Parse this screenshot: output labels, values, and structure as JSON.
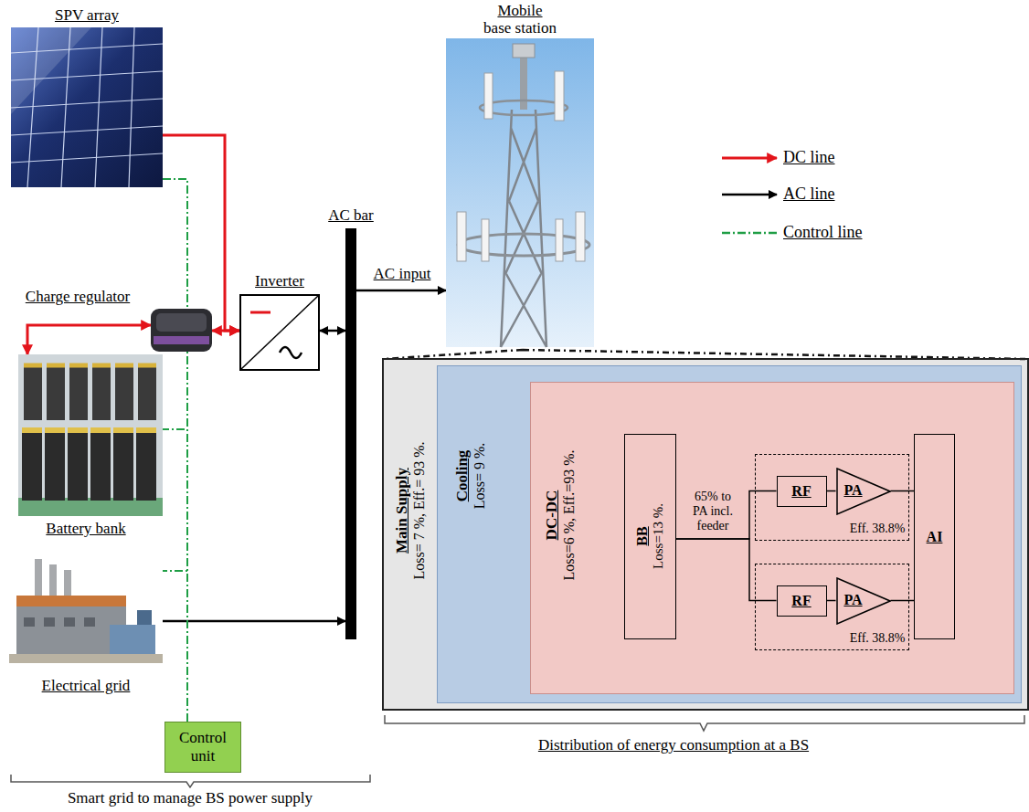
{
  "diagram": {
    "nodes": [
      {
        "text": [
          "SPV array"
        ]
      },
      {
        "text": [
          "Charge regulator"
        ]
      },
      {
        "text": [
          "Battery bank"
        ]
      },
      {
        "text": [
          "Electrical grid"
        ]
      },
      {
        "text": [
          "Control unit"
        ]
      },
      {
        "text": [
          "Inverter"
        ]
      },
      {
        "text": [
          "AC bar"
        ]
      },
      {
        "text": [
          "Mobile",
          "base station"
        ]
      },
      {
        "text": [
          "Main Supply",
          "Loss= 7 %, Eff.= 93 %."
        ]
      },
      {
        "text": [
          "Cooling",
          "Loss= 9 %."
        ],
        "in": 8
      },
      {
        "text": [
          "DC-DC",
          "Loss=6 %, Eff.=93 %."
        ],
        "in": 9
      },
      {
        "text": [
          "BB",
          "Loss=13 %."
        ],
        "in": 10
      },
      {
        "text": [
          "Eff. 38.8%"
        ],
        "in": 10
      },
      {
        "text": [
          "RF"
        ],
        "in": 12
      },
      {
        "text": [
          "PA"
        ],
        "in": 12
      },
      {
        "text": [
          "Eff. 38.8%"
        ],
        "in": 10
      },
      {
        "text": [
          "RF"
        ],
        "in": 15
      },
      {
        "text": [
          "PA"
        ],
        "in": 15
      },
      {
        "text": [
          "AI"
        ],
        "in": 10
      }
    ],
    "edges": [
      {
        "from": 0,
        "to": 5,
        "arrow": "to"
      },
      {
        "from": 1,
        "to": 5,
        "arrow": "both"
      },
      {
        "from": 1,
        "to": 2,
        "arrow": "both"
      },
      {
        "from": 5,
        "to": 6,
        "arrow": "both"
      },
      {
        "from": 6,
        "to": 7,
        "label": "AC input",
        "arrow": "to"
      },
      {
        "from": 3,
        "to": 6,
        "arrow": "to"
      },
      {
        "from": 4,
        "to": 0,
        "arrow": "none"
      },
      {
        "from": 4,
        "to": 1,
        "arrow": "none"
      },
      {
        "from": 4,
        "to": 2,
        "arrow": "none"
      },
      {
        "from": 4,
        "to": 3,
        "arrow": "none"
      },
      {
        "from": 11,
        "to": 13,
        "label": "65% to PA incl. feeder",
        "arrow": "none"
      },
      {
        "from": 11,
        "to": 16,
        "arrow": "none"
      },
      {
        "from": 13,
        "to": 14,
        "arrow": "none"
      },
      {
        "from": 16,
        "to": 17,
        "arrow": "none"
      },
      {
        "from": 14,
        "to": 18,
        "arrow": "none"
      },
      {
        "from": 17,
        "to": 18,
        "arrow": "none"
      }
    ],
    "labels": [
      "Distribution of energy consumption at a BS",
      "Smart grid to manage BS power supply"
    ],
    "legend": [
      {
        "text": "DC line"
      },
      {
        "text": "AC line"
      },
      {
        "text": "Control line"
      }
    ]
  }
}
